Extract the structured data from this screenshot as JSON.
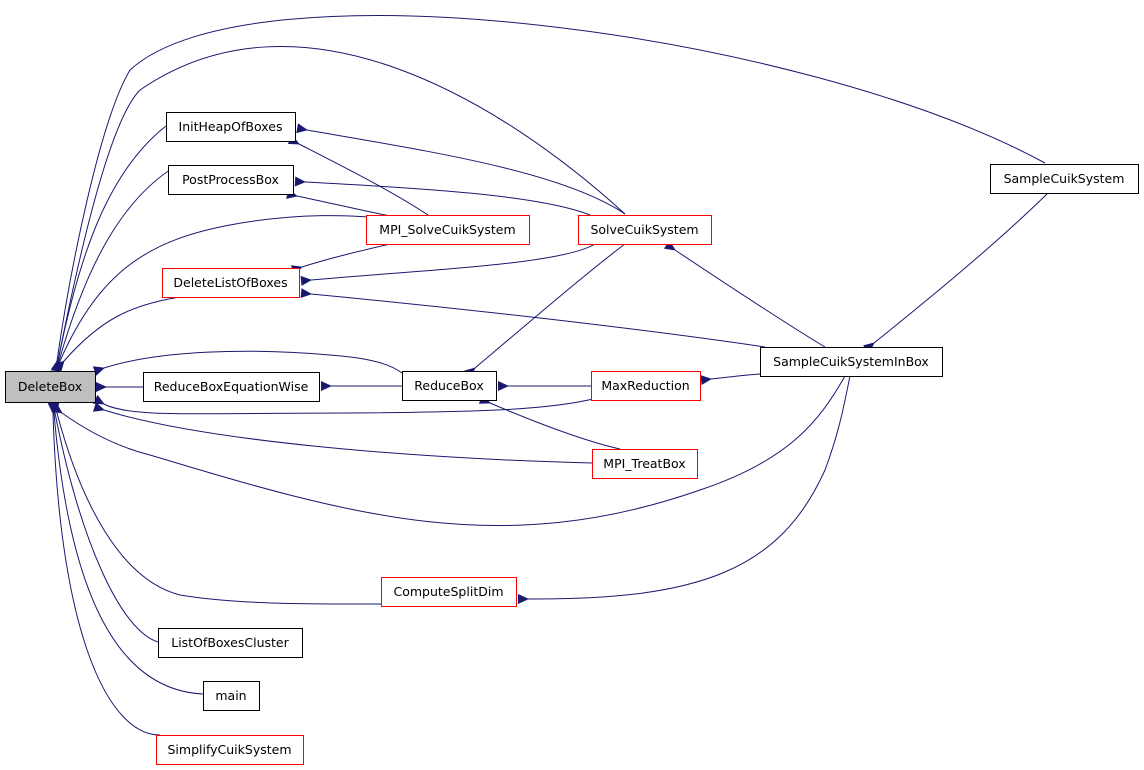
{
  "colors": {
    "edge": "#191970",
    "border_black": "#000000",
    "border_red": "#ff0000",
    "root_fill": "#bfbfbf",
    "node_fill": "#ffffff"
  },
  "nodes": [
    {
      "id": "DeleteBox",
      "label": "DeleteBox",
      "style": "root"
    },
    {
      "id": "InitHeapOfBoxes",
      "label": "InitHeapOfBoxes",
      "style": "black"
    },
    {
      "id": "PostProcessBox",
      "label": "PostProcessBox",
      "style": "black"
    },
    {
      "id": "DeleteListOfBoxes",
      "label": "DeleteListOfBoxes",
      "style": "red"
    },
    {
      "id": "ReduceBoxEquationWise",
      "label": "ReduceBoxEquationWise",
      "style": "black"
    },
    {
      "id": "ComputeSplitDim",
      "label": "ComputeSplitDim",
      "style": "red"
    },
    {
      "id": "ListOfBoxesCluster",
      "label": "ListOfBoxesCluster",
      "style": "black"
    },
    {
      "id": "main",
      "label": "main",
      "style": "black"
    },
    {
      "id": "SimplifyCuikSystem",
      "label": "SimplifyCuikSystem",
      "style": "red"
    },
    {
      "id": "MPI_SolveCuikSystem",
      "label": "MPI_SolveCuikSystem",
      "style": "red"
    },
    {
      "id": "ReduceBox",
      "label": "ReduceBox",
      "style": "black"
    },
    {
      "id": "SolveCuikSystem",
      "label": "SolveCuikSystem",
      "style": "red"
    },
    {
      "id": "MaxReduction",
      "label": "MaxReduction",
      "style": "red"
    },
    {
      "id": "MPI_TreatBox",
      "label": "MPI_TreatBox",
      "style": "red"
    },
    {
      "id": "SampleCuikSystemInBox",
      "label": "SampleCuikSystemInBox",
      "style": "black"
    },
    {
      "id": "SampleCuikSystem",
      "label": "SampleCuikSystem",
      "style": "black"
    }
  ],
  "edges": [
    {
      "from": "DeleteBox",
      "to": "SampleCuikSystem"
    },
    {
      "from": "DeleteBox",
      "to": "SolveCuikSystem"
    },
    {
      "from": "DeleteBox",
      "to": "InitHeapOfBoxes"
    },
    {
      "from": "DeleteBox",
      "to": "PostProcessBox"
    },
    {
      "from": "DeleteBox",
      "to": "MPI_SolveCuikSystem"
    },
    {
      "from": "DeleteBox",
      "to": "DeleteListOfBoxes"
    },
    {
      "from": "DeleteBox",
      "to": "ReduceBox"
    },
    {
      "from": "DeleteBox",
      "to": "ReduceBoxEquationWise"
    },
    {
      "from": "DeleteBox",
      "to": "MaxReduction"
    },
    {
      "from": "DeleteBox",
      "to": "MPI_TreatBox"
    },
    {
      "from": "DeleteBox",
      "to": "SampleCuikSystemInBox"
    },
    {
      "from": "DeleteBox",
      "to": "ComputeSplitDim"
    },
    {
      "from": "DeleteBox",
      "to": "ListOfBoxesCluster"
    },
    {
      "from": "DeleteBox",
      "to": "main"
    },
    {
      "from": "DeleteBox",
      "to": "SimplifyCuikSystem"
    },
    {
      "from": "InitHeapOfBoxes",
      "to": "SolveCuikSystem"
    },
    {
      "from": "InitHeapOfBoxes",
      "to": "MPI_SolveCuikSystem"
    },
    {
      "from": "PostProcessBox",
      "to": "SolveCuikSystem"
    },
    {
      "from": "PostProcessBox",
      "to": "MPI_SolveCuikSystem"
    },
    {
      "from": "DeleteListOfBoxes",
      "to": "MPI_SolveCuikSystem"
    },
    {
      "from": "DeleteListOfBoxes",
      "to": "SolveCuikSystem"
    },
    {
      "from": "DeleteListOfBoxes",
      "to": "SampleCuikSystemInBox"
    },
    {
      "from": "ReduceBoxEquationWise",
      "to": "ReduceBox"
    },
    {
      "from": "ReduceBox",
      "to": "SolveCuikSystem"
    },
    {
      "from": "ReduceBox",
      "to": "MaxReduction"
    },
    {
      "from": "ReduceBox",
      "to": "MPI_TreatBox"
    },
    {
      "from": "SolveCuikSystem",
      "to": "SampleCuikSystemInBox"
    },
    {
      "from": "MaxReduction",
      "to": "SampleCuikSystemInBox"
    },
    {
      "from": "SampleCuikSystemInBox",
      "to": "SampleCuikSystem"
    },
    {
      "from": "ComputeSplitDim",
      "to": "SampleCuikSystemInBox"
    }
  ]
}
